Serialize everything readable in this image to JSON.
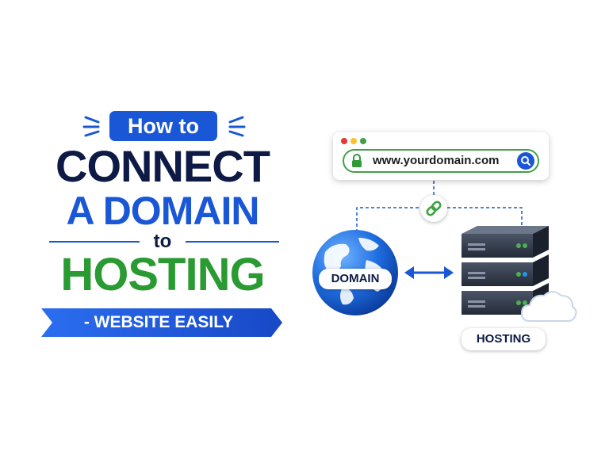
{
  "headline": {
    "pill": "How to",
    "line1": "CONNECT",
    "line2": "A DOMAIN",
    "connector": "to",
    "line3": "HOSTING",
    "banner": "- WEBSITE EASILY"
  },
  "browser": {
    "url": "www.yourdomain.com",
    "dot_colors": [
      "#e53935",
      "#fbc02d",
      "#43a047"
    ]
  },
  "diagram": {
    "domain_label": "DOMAIN",
    "hosting_label": "HOSTING"
  },
  "colors": {
    "blue": "#1a57d6",
    "navy": "#0c1a45",
    "green": "#2a9a32"
  },
  "icons": [
    "lock-icon",
    "search-icon",
    "link-icon",
    "globe-icon",
    "double-arrow-icon",
    "server-icon",
    "cloud-icon"
  ]
}
